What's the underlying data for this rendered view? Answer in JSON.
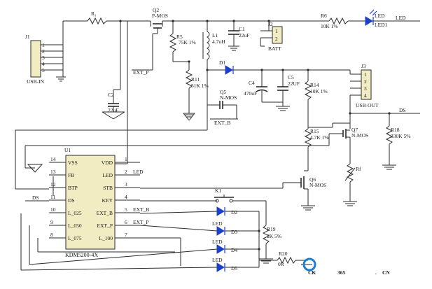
{
  "colors": {
    "accent_blue": "#1a3fc9",
    "watermark_blue": "#1c7fd1",
    "watermark_orange": "#f07a1c",
    "chip_fill": "#f2ecc2"
  },
  "labels": {
    "J1": "J1",
    "USB_IN": "USB-IN",
    "J1_pins": [
      "1",
      "2",
      "3",
      "4",
      "5"
    ],
    "R1": "R₁",
    "Q2": "Q2",
    "Q2_type": "P-MOS",
    "R5": "R5",
    "R5_val": "75K 1%",
    "L1": "L1",
    "L1_val": "4.7uH",
    "C1": "C1",
    "C1_val": "22uF",
    "J2": "J2",
    "BATT": "BATT",
    "J2_pins": [
      "1",
      "2"
    ],
    "R6": "R6",
    "R6_val": "10K 1%",
    "LED1_a": "LED",
    "LED1_b": "LED1",
    "LED_net": "LED",
    "EXT_P": "EXT_P",
    "D1": "D1",
    "R11": "R11",
    "R11_val": "51K 1%",
    "C2": "C2",
    "C2_val": "22uF",
    "C4": "C4",
    "C4_val": "470uF",
    "C5": "C5",
    "C5_val": "22UF",
    "R14": "R14",
    "R14_val": "10K 1%",
    "J3": "J3",
    "USB_OUT": "USB-OUT",
    "J3_pins": [
      "1",
      "2",
      "3",
      "4"
    ],
    "Q5": "Q5",
    "Q5_type": "N-MOS",
    "EXT_B": "EXT_B",
    "DS_net": "DS",
    "R15": "R15",
    "R15_val": "4.7K 1%",
    "Q7": "Q7",
    "Q7_type": "N-MOS",
    "R18": "R18",
    "R18_val": "330K 5%",
    "Rf": "Rf",
    "U1": "U1",
    "chip_name": "KDM5200-4X",
    "Q6": "Q6",
    "Q6_type": "N-MOS",
    "K1": "K1",
    "D2": "D2",
    "D3": "D3",
    "D4": "D4",
    "D5": "D5",
    "LED": "LED",
    "R19": "R19",
    "R19_val": "2K 5%",
    "R20": "R20",
    "R20_val": "0R",
    "DS_left": "DS"
  },
  "chip": {
    "left_pins": [
      {
        "num": "14",
        "name": "VSS"
      },
      {
        "num": "13",
        "name": "FB"
      },
      {
        "num": "12",
        "name": "BTP"
      },
      {
        "num": "11",
        "name": "DS"
      },
      {
        "num": "10",
        "name": "L_025"
      },
      {
        "num": "9",
        "name": "L_050"
      },
      {
        "num": "8",
        "name": "L_075"
      }
    ],
    "right_pins": [
      {
        "num": "1",
        "name": "VDD"
      },
      {
        "num": "2",
        "name": "LED"
      },
      {
        "num": "3",
        "name": "STB"
      },
      {
        "num": "4",
        "name": "KEY"
      },
      {
        "num": "5",
        "name": "EXT_B"
      },
      {
        "num": "6",
        "name": "EXT_P"
      },
      {
        "num": "7",
        "name": "L_100"
      }
    ],
    "right_nets": [
      "",
      "LED",
      "",
      "",
      "EXT_B",
      "EXT_P",
      ""
    ]
  },
  "watermark": {
    "ck": "CK",
    "num": "365",
    "dot": ".",
    "cn": "CN"
  }
}
